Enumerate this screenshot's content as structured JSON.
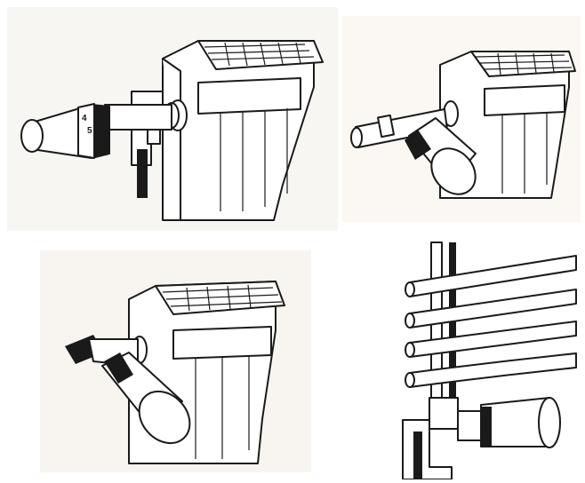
{
  "panels": [
    {
      "id": "valve-axial-mount",
      "dial_marks": [
        "4",
        "5"
      ]
    },
    {
      "id": "valve-angled-side-mount"
    },
    {
      "id": "valve-angled-corner-mount"
    },
    {
      "id": "towel-rail-valve-mount"
    }
  ],
  "colors": {
    "ink": "#1a1a1a",
    "paper": "#f8f6f2"
  },
  "icons": [
    "radiator",
    "thermostatic-valve-head",
    "pipe",
    "towel-rail"
  ]
}
